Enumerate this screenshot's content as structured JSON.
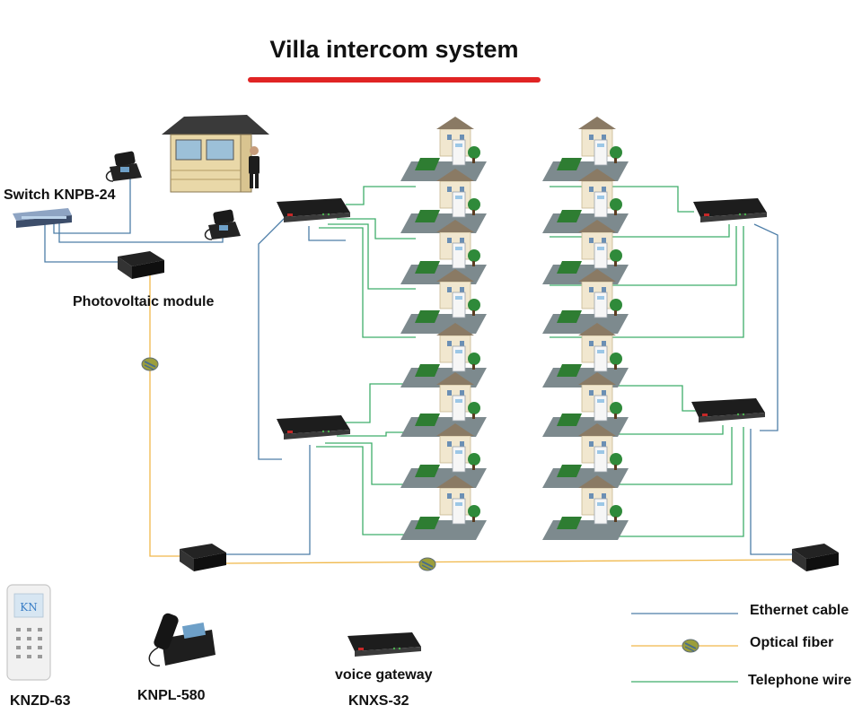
{
  "title": "Villa intercom system",
  "labels": {
    "switch": "Switch KNPB-24",
    "photovoltaic": "Photovoltaic module",
    "knzd": "KNZD-63",
    "knpl": "KNPL-580",
    "gateway_line1": "voice gateway",
    "gateway_line2": "KNXS-32",
    "intercom_logo": "KN"
  },
  "legend": {
    "ethernet": "Ethernet cable",
    "fiber": "Optical fiber",
    "telephone": "Telephone wire"
  },
  "colors": {
    "ethernet": "#4d7ea8",
    "fiber": "#f0b84a",
    "telephone": "#3fae6a",
    "title_underline": "#e02424"
  }
}
